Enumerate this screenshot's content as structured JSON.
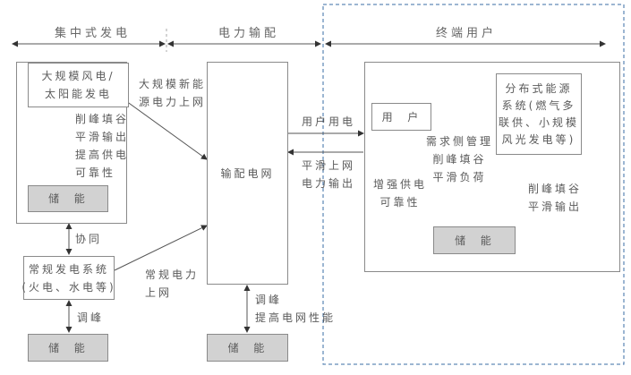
{
  "sections": {
    "centralized": "集中式发电",
    "transmission": "电力输配",
    "end_user": "终端用户"
  },
  "left": {
    "renewable_box": "大规模风电/\n太阳能发电",
    "renewable_storage_label": "削峰填谷\n平滑输出\n提高供电\n可靠性",
    "storage_1": "储  能",
    "coordination_label": "协同",
    "conventional_box": "常规发电系统\n(火电、水电等)",
    "peak_label": "调峰",
    "storage_2": "储  能"
  },
  "middle": {
    "renewable_grid_label": "大规模新能\n源电力上网",
    "conventional_grid_label": "常规电力\n上网",
    "grid_box": "输配电网",
    "grid_storage_label": "调峰\n提高电网性能",
    "storage_3": "储  能"
  },
  "flows": {
    "user_consumption": "用户用电",
    "smooth_output": "平滑上网\n电力输出"
  },
  "right": {
    "user_box": "用  户",
    "distributed_box": "分布式能源\n系统(燃气多\n联供、小规模\n风光发电等)",
    "demand_label": "需求侧管理\n削峰填谷\n平滑负荷",
    "reliability_label": "增强供电\n可靠性",
    "distributed_storage_label": "削峰填谷\n平滑输出",
    "storage_4": "储  能"
  },
  "colors": {
    "dashed_border": "#3a6ea5",
    "box_border": "#8a8a8a",
    "storage_fill": "#d2d2d2",
    "line": "#555555"
  }
}
